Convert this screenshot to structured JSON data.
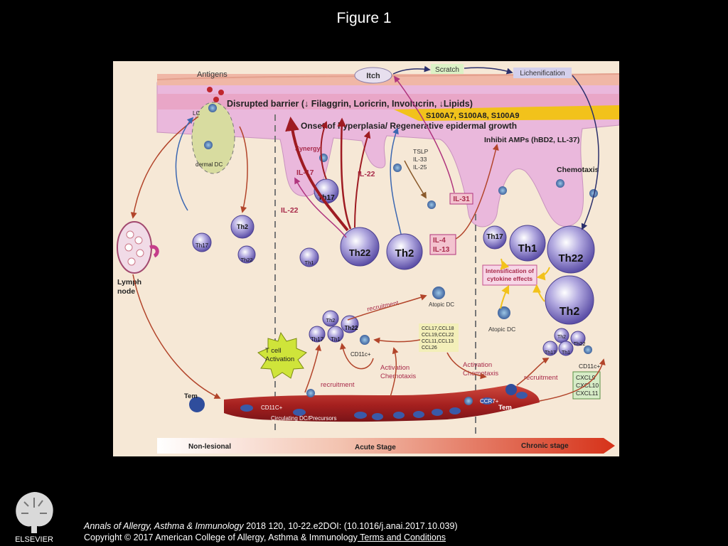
{
  "header": {
    "title": "Figure 1"
  },
  "diagram": {
    "antigens": "Antigens",
    "itch": "Itch",
    "scratch": "Scratch",
    "lichenification": "Lichenification",
    "barrier": "Disrupted barrier (↓ Filaggrin, Loricrin, Involucrin, ↓Lipids)",
    "s100": "S100A7, S100A8, S100A9",
    "hyperplasia": "Onset of hyperplasia/ Regenerative epidermal growth",
    "inhibit_amps": "Inhibit AMPs (hBD2, LL-37)",
    "chemotaxis_top": "Chemotaxis",
    "lc": "LC",
    "dermal_dc": "dermal DC",
    "synergy": "Synergy",
    "il17": "IL-17",
    "il22a": "IL-22",
    "il22b": "IL-22",
    "tslp": [
      "TSLP",
      "IL-33",
      "IL-25"
    ],
    "il31": "IL-31",
    "il4": "IL-4",
    "il13": "IL-13",
    "lymph_node": [
      "Lymph",
      "node"
    ],
    "cells": {
      "th2_small": "Th2",
      "th17_small": "Th17",
      "th22_small": "Th22",
      "th17_mid": "Th17",
      "th1_small": "Th1",
      "th22_big": "Th22",
      "th2_big": "Th2",
      "th17_right": "Th17",
      "th1_right": "Th1",
      "th22_right": "Th22",
      "th2_right": "Th2"
    },
    "intensification": [
      "Intensification of",
      "cytokine effects"
    ],
    "recruitment_top": "recruitment",
    "atopic_dc_a": "Atopic DC",
    "atopic_dc_b": "Atopic DC",
    "ccl": [
      "CCL17,CCL18",
      "CCL19,CCL22",
      "CCL11,CCL13",
      "CCL26"
    ],
    "cluster_a": {
      "th2": "Th2",
      "th22": "Th22",
      "th17": "Th17",
      "th1": "Th1",
      "dc": "CD11c+"
    },
    "cluster_b": {
      "th2": "Th2",
      "th22": "Th22",
      "th17": "Th17",
      "th1": "Th1",
      "dc": "CD11c+"
    },
    "cxcl": [
      "CXCL9",
      "CXCL10",
      "CXCL11"
    ],
    "tcell_activation": [
      "T cell",
      "Activation"
    ],
    "activation_a": [
      "Activation",
      "Chemotaxis"
    ],
    "activation_b": [
      "Activation",
      "Chemotaxis"
    ],
    "recruitment_a": "recruitment",
    "recruitment_b": "recruitment",
    "tem_left": "Tem",
    "cd11c_vessel": "CD11C+",
    "circulating": "Circulating DC/Precursors",
    "ccr7": "CCR7+",
    "tem_vessel": "Tem",
    "stage_nonlesional": "Non-lesional",
    "stage_acute": "Acute Stage",
    "stage_chronic": "Chronic stage"
  },
  "footer": {
    "journal": "Annals of Allergy, Asthma & Immunology",
    "citation": " 2018 120, 10-22.e2DOI: (10.1016/j.anai.2017.10.039)",
    "copyright": "Copyright © 2017 American College of Allergy, Asthma & Immunology",
    "terms": " Terms and Conditions",
    "publisher": "ELSEVIER"
  },
  "colors": {
    "dermis": "#f6e8d6",
    "epidermis": "#eab8dc",
    "barrier": "#e9aabf",
    "s100_band": "#f2c21b",
    "cell": "#8d82c8",
    "vessel": "#b32a2d",
    "arrow": "#b2442a"
  }
}
